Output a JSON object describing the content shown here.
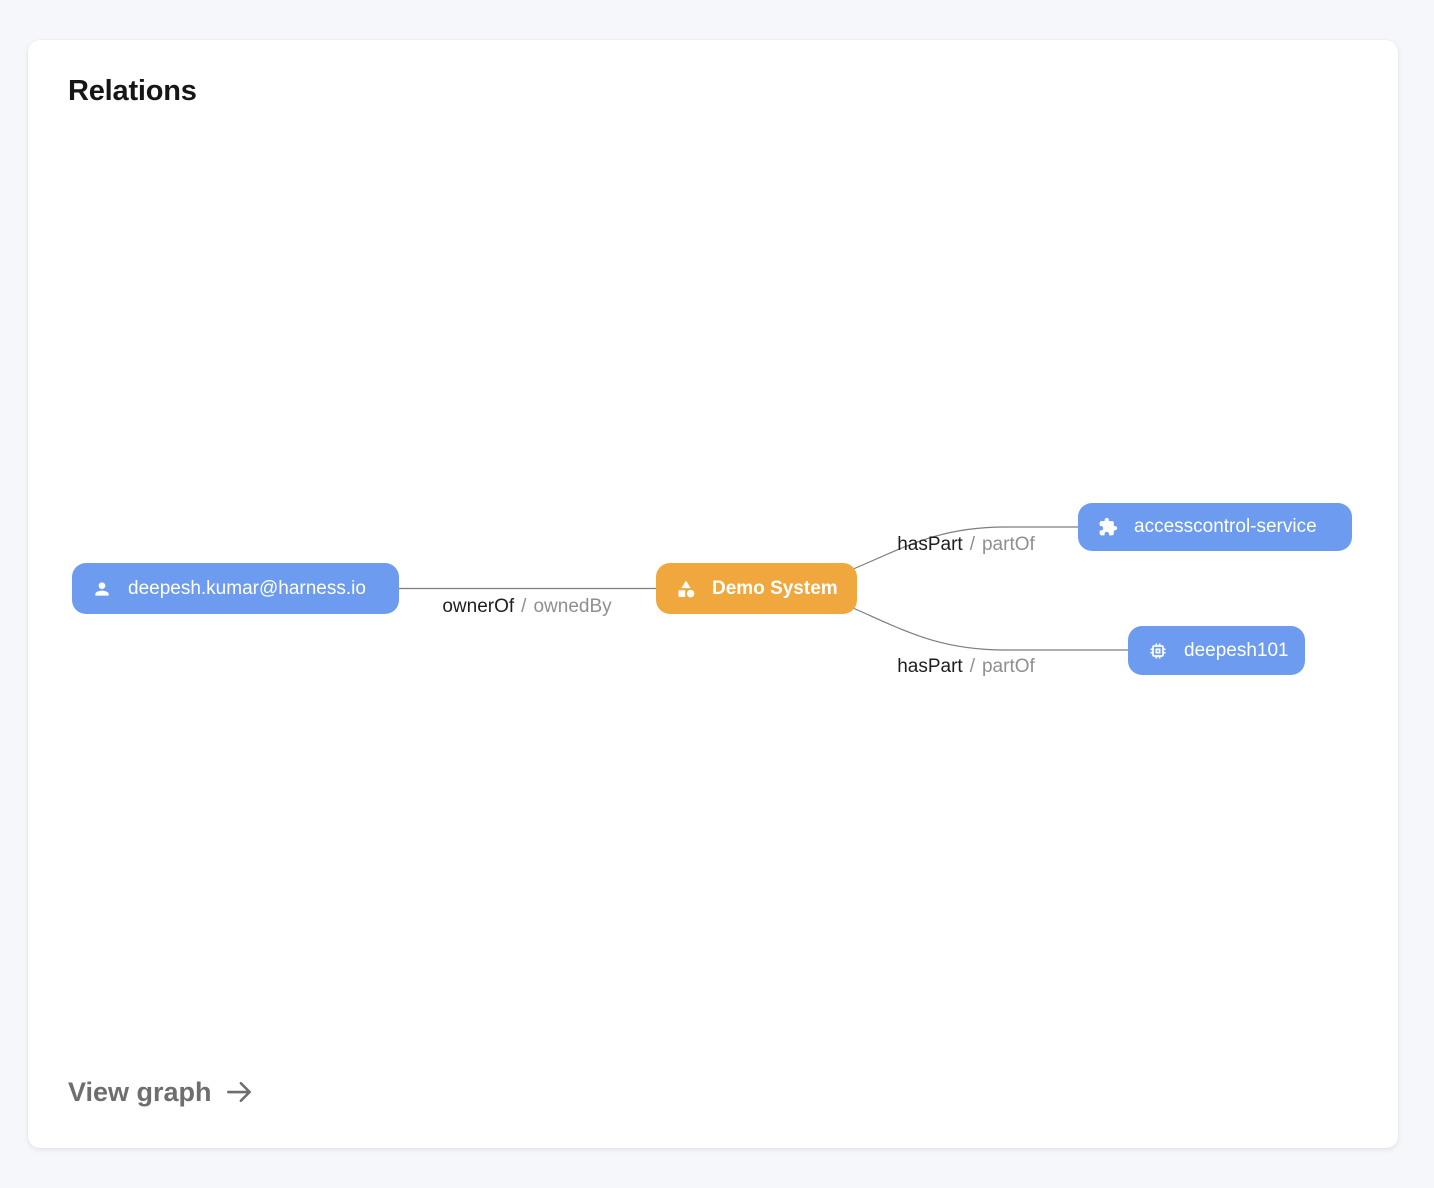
{
  "card": {
    "title": "Relations",
    "view_graph_label": "View graph"
  },
  "colors": {
    "node_blue": "#6d9bef",
    "node_orange": "#f0a73e",
    "edge_gray": "#7d7d7d",
    "page_background": "#f5f7fa"
  },
  "graph": {
    "nodes": [
      {
        "id": "user",
        "label": "deepesh.kumar@harness.io",
        "icon": "person-icon",
        "color": "#6d9bef"
      },
      {
        "id": "demo-system",
        "label": "Demo System",
        "icon": "category-icon",
        "color": "#f0a73e"
      },
      {
        "id": "accesscontrol-service",
        "label": "accesscontrol-service",
        "icon": "extension-icon",
        "color": "#6d9bef"
      },
      {
        "id": "deepesh101",
        "label": "deepesh101",
        "icon": "memory-icon",
        "color": "#6d9bef"
      }
    ],
    "edges": [
      {
        "from": "user",
        "to": "demo-system",
        "label_primary": "ownerOf",
        "separator": "/",
        "label_secondary": "ownedBy"
      },
      {
        "from": "demo-system",
        "to": "accesscontrol-service",
        "label_primary": "hasPart",
        "separator": "/",
        "label_secondary": "partOf"
      },
      {
        "from": "demo-system",
        "to": "deepesh101",
        "label_primary": "hasPart",
        "separator": "/",
        "label_secondary": "partOf"
      }
    ]
  }
}
